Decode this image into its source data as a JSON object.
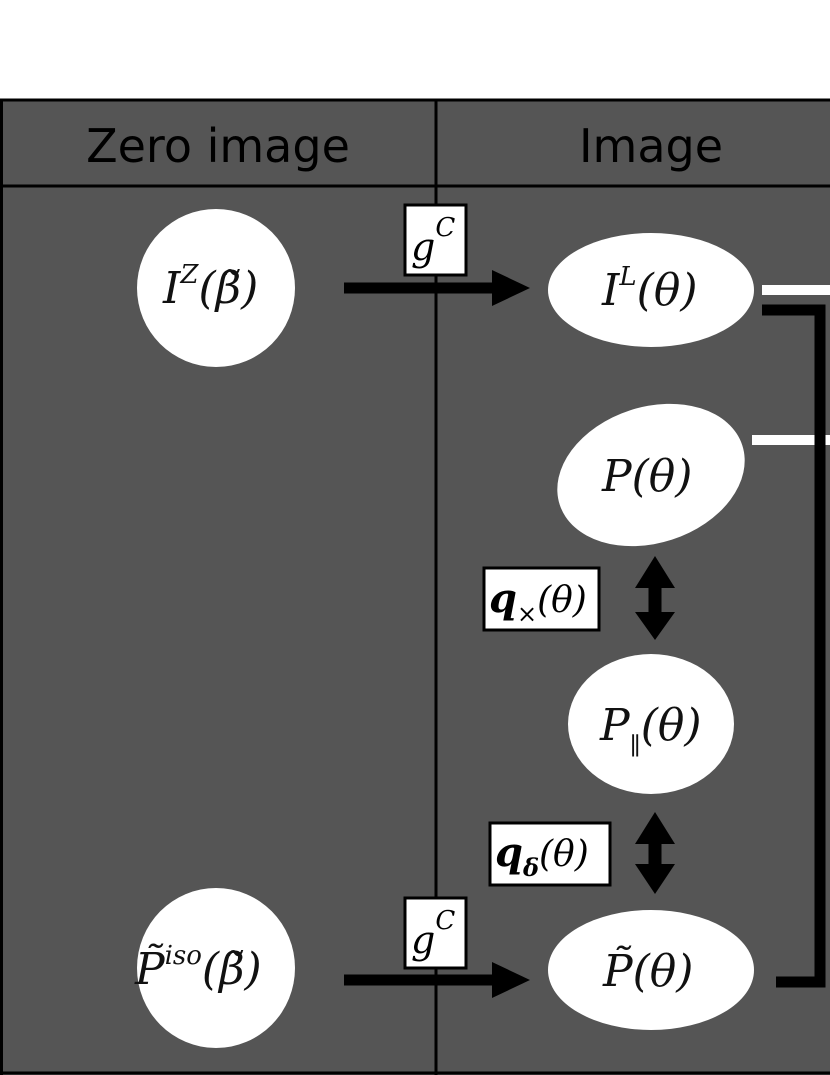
{
  "headers": {
    "zero_image": "Zero image",
    "image": "Image"
  },
  "nodes": {
    "iz": {
      "main": "I",
      "sup": "Z",
      "arg": "(β̃)"
    },
    "il": {
      "main": "I",
      "sup": "L",
      "arg": "(θ)"
    },
    "p": {
      "main": "P",
      "arg": "(θ)"
    },
    "ppar": {
      "main": "P",
      "sub": "∥",
      "arg": "(θ)"
    },
    "ptilde": {
      "main": "P̃",
      "arg": "(θ)"
    },
    "piso": {
      "main": "P̃",
      "sup": "iso",
      "arg": "(β̃)"
    }
  },
  "boxes": {
    "gc_top": {
      "main": "g",
      "sup": "C"
    },
    "gc_bottom": {
      "main": "g",
      "sup": "C"
    },
    "q_cross": {
      "main": "q",
      "sub": "×",
      "arg": "(θ)"
    },
    "q_delta": {
      "main": "q",
      "sub": "δ",
      "arg": "(θ)"
    }
  },
  "colors": {
    "panel": "#555555",
    "node": "#ffffff",
    "line": "#000000",
    "white_line": "#ffffff"
  }
}
